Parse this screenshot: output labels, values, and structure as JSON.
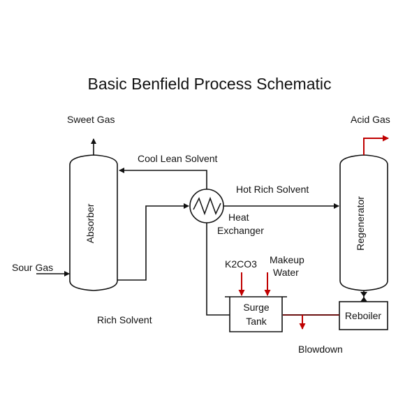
{
  "title": "Basic Benfield Process Schematic",
  "colors": {
    "stroke": "#111111",
    "accent": "#c00000"
  },
  "equipment": {
    "absorber": "Absorber",
    "regenerator": "Regenerator",
    "heat_exchanger_line1": "Heat",
    "heat_exchanger_line2": "Exchanger",
    "surge_tank_line1": "Surge",
    "surge_tank_line2": "Tank",
    "reboiler": "Reboiler"
  },
  "streams": {
    "sweet_gas": "Sweet Gas",
    "acid_gas": "Acid Gas",
    "cool_lean_solvent": "Cool Lean Solvent",
    "hot_rich_solvent": "Hot Rich Solvent",
    "sour_gas": "Sour Gas",
    "rich_solvent": "Rich Solvent",
    "k2co3": "K2CO3",
    "makeup_line1": "Makeup",
    "makeup_line2": "Water",
    "blowdown": "Blowdown"
  }
}
